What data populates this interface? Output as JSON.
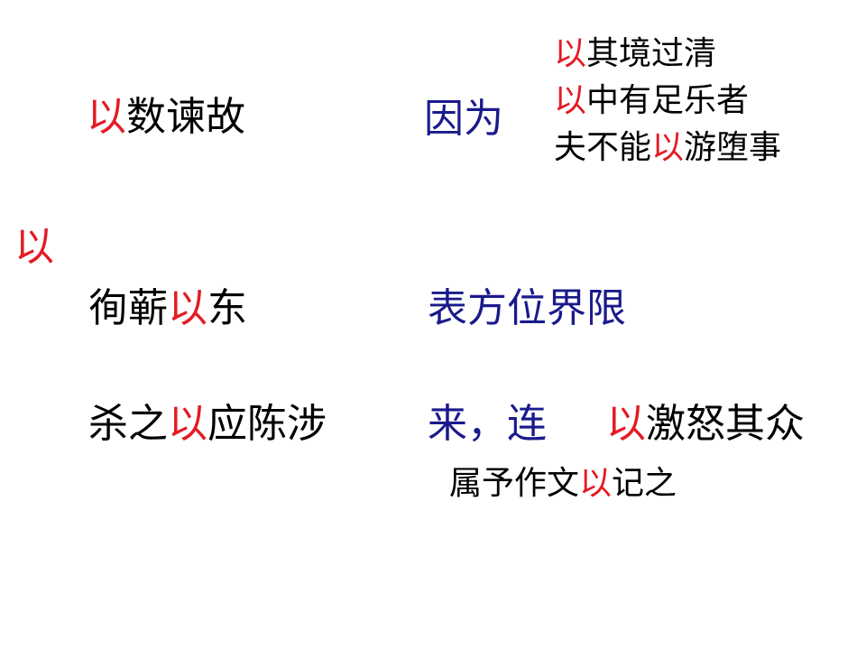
{
  "colors": {
    "highlight": "#e31b23",
    "meaning": "#1a1a8c",
    "text": "#000000",
    "background": "#ffffff"
  },
  "main_char": "以",
  "rows": [
    {
      "example": {
        "pre": "",
        "hl": "以",
        "post": "数谏故"
      },
      "meaning": "因为",
      "more_examples": [
        {
          "pre": "",
          "hl": "以",
          "post": "其境过清"
        },
        {
          "pre": "",
          "hl": "以",
          "post": "中有足乐者"
        },
        {
          "pre": "夫不能",
          "hl": "以",
          "post": "游堕事"
        }
      ]
    },
    {
      "example": {
        "pre": "徇蕲",
        "hl": "以",
        "post": "东"
      },
      "meaning": "表方位界限"
    },
    {
      "example": {
        "pre": "杀之",
        "hl": "以",
        "post": "应陈涉"
      },
      "meaning": "来，连",
      "more_examples": [
        {
          "pre": "",
          "hl": "以",
          "post": "激怒其众"
        },
        {
          "pre": "属予作文",
          "hl": "以",
          "post": "记之"
        }
      ]
    }
  ]
}
